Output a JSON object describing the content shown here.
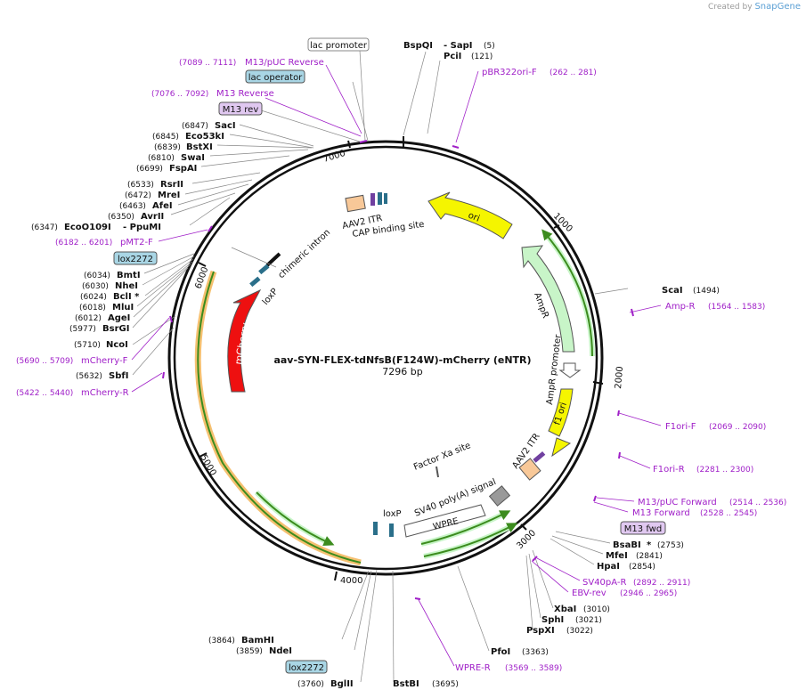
{
  "credit": {
    "prefix": "Created by",
    "brand": "SnapGene"
  },
  "plasmid": {
    "name": "aav-SYN-FLEX-tdNfsB(F124W)-mCherry (eNTR)",
    "length_label": "7296 bp",
    "length": 7296
  },
  "ruler": [
    {
      "label": "1000",
      "pos": 1000
    },
    {
      "label": "2000",
      "pos": 2000
    },
    {
      "label": "3000",
      "pos": 3000
    },
    {
      "label": "4000",
      "pos": 4000
    },
    {
      "label": "5000",
      "pos": 5000
    },
    {
      "label": "6000",
      "pos": 6000
    },
    {
      "label": "7000",
      "pos": 7000
    }
  ],
  "enzymes_right": [
    {
      "name": "BspQI",
      "suffix": "- SapI",
      "pos_label": "(5)",
      "pos": 5
    },
    {
      "name": "PciI",
      "suffix": "",
      "pos_label": "(121)",
      "pos": 121
    },
    {
      "name": "ScaI",
      "suffix": "",
      "pos_label": "(1494)",
      "pos": 1494
    },
    {
      "name": "BsaBI",
      "suffix": "*",
      "pos_label": "(2753)",
      "pos": 2753
    },
    {
      "name": "MfeI",
      "suffix": "",
      "pos_label": "(2841)",
      "pos": 2841
    },
    {
      "name": "HpaI",
      "suffix": "",
      "pos_label": "(2854)",
      "pos": 2854
    },
    {
      "name": "XbaI",
      "suffix": "",
      "pos_label": "(3010)",
      "pos": 3010
    },
    {
      "name": "SphI",
      "suffix": "",
      "pos_label": "(3021)",
      "pos": 3021
    },
    {
      "name": "PspXI",
      "suffix": "",
      "pos_label": "(3022)",
      "pos": 3022
    },
    {
      "name": "PfoI",
      "suffix": "",
      "pos_label": "(3363)",
      "pos": 3363
    },
    {
      "name": "BstBI",
      "suffix": "",
      "pos_label": "(3695)",
      "pos": 3695
    },
    {
      "name": "BglII",
      "suffix": "",
      "pos_label": "(3760)",
      "pos": 3760
    }
  ],
  "enzymes_left": [
    {
      "name": "SacI",
      "pos_label": "(6847)",
      "pos": 6847
    },
    {
      "name": "Eco53kI",
      "pos_label": "(6845)",
      "pos": 6845
    },
    {
      "name": "BstXI",
      "pos_label": "(6839)",
      "pos": 6839
    },
    {
      "name": "SwaI",
      "pos_label": "(6810)",
      "pos": 6810
    },
    {
      "name": "FspAI",
      "pos_label": "(6699)",
      "pos": 6699
    },
    {
      "name": "RsrII",
      "pos_label": "(6533)",
      "pos": 6533
    },
    {
      "name": "MreI",
      "pos_label": "(6472)",
      "pos": 6472
    },
    {
      "name": "AfeI",
      "pos_label": "(6463)",
      "pos": 6463
    },
    {
      "name": "AvrII",
      "pos_label": "(6350)",
      "pos": 6350
    },
    {
      "name": "EcoO109I",
      "suffix": "- PpuMI",
      "pos_label": "(6347)",
      "pos": 6347
    },
    {
      "name": "BmtI",
      "pos_label": "(6034)",
      "pos": 6034
    },
    {
      "name": "NheI",
      "pos_label": "(6030)",
      "pos": 6030
    },
    {
      "name": "BclI *",
      "pos_label": "(6024)",
      "pos": 6024
    },
    {
      "name": "MluI",
      "pos_label": "(6018)",
      "pos": 6018
    },
    {
      "name": "AgeI",
      "pos_label": "(6012)",
      "pos": 6012
    },
    {
      "name": "BsrGI",
      "pos_label": "(5977)",
      "pos": 5977
    },
    {
      "name": "NcoI",
      "pos_label": "(5710)",
      "pos": 5710
    },
    {
      "name": "SbfI",
      "pos_label": "(5632)",
      "pos": 5632
    },
    {
      "name": "BamHI",
      "pos_label": "(3864)",
      "pos": 3864
    },
    {
      "name": "NdeI",
      "pos_label": "(3859)",
      "pos": 3859
    }
  ],
  "primers": [
    {
      "name": "M13/pUC Reverse",
      "range": "(7089 .. 7111)",
      "pos": 7100
    },
    {
      "name": "M13 Reverse",
      "range": "(7076 .. 7092)",
      "pos": 7084
    },
    {
      "name": "pBR322ori-F",
      "range": "(262 .. 281)",
      "pos": 271
    },
    {
      "name": "pMT2-F",
      "range": "(6182 .. 6201)",
      "pos": 6191
    },
    {
      "name": "Amp-R",
      "range": "(1564 .. 1583)",
      "pos": 1573
    },
    {
      "name": "mCherry-F",
      "range": "(5690 .. 5709)",
      "pos": 5700
    },
    {
      "name": "mCherry-R",
      "range": "(5422 .. 5440)",
      "pos": 5431
    },
    {
      "name": "F1ori-F",
      "range": "(2069 .. 2090)",
      "pos": 2079
    },
    {
      "name": "F1ori-R",
      "range": "(2281 .. 2300)",
      "pos": 2290
    },
    {
      "name": "M13/pUC Forward",
      "range": "(2514 .. 2536)",
      "pos": 2525
    },
    {
      "name": "M13 Forward",
      "range": "(2528 .. 2545)",
      "pos": 2536
    },
    {
      "name": "SV40pA-R",
      "range": "(2892 .. 2911)",
      "pos": 2901
    },
    {
      "name": "EBV-rev",
      "range": "(2946 .. 2965)",
      "pos": 2955
    },
    {
      "name": "WPRE-R",
      "range": "(3569 .. 3589)",
      "pos": 3579
    }
  ],
  "features_boxed": [
    {
      "label": "lac promoter",
      "style": "white"
    },
    {
      "label": "lac operator",
      "style": "blue"
    },
    {
      "label": "M13 rev",
      "style": "purple"
    },
    {
      "label": "lox2272",
      "style": "blue"
    },
    {
      "label": "M13 fwd",
      "style": "purple"
    },
    {
      "label": "lox2272",
      "style": "blue"
    }
  ],
  "features_inner": [
    {
      "label": "AAV2 ITR"
    },
    {
      "label": "CAP binding site"
    },
    {
      "label": "ori"
    },
    {
      "label": "chimeric intron"
    },
    {
      "label": "loxP"
    },
    {
      "label": "mCherry"
    },
    {
      "label": "AmpR"
    },
    {
      "label": "AmpR promoter"
    },
    {
      "label": "f1 ori"
    },
    {
      "label": "AAV2 ITR"
    },
    {
      "label": "Factor Xa site"
    },
    {
      "label": "SV40 poly(A) signal"
    },
    {
      "label": "WPRE"
    },
    {
      "label": "loxP"
    }
  ],
  "colors": {
    "primer": "#a020c8",
    "ori": "#f5f500",
    "mcherry": "#ee1010",
    "ampr": "#c8f5c8",
    "itr": "#f8c898",
    "orf_outline": "#f5c070",
    "green_arrow": "#3c8c1e"
  }
}
